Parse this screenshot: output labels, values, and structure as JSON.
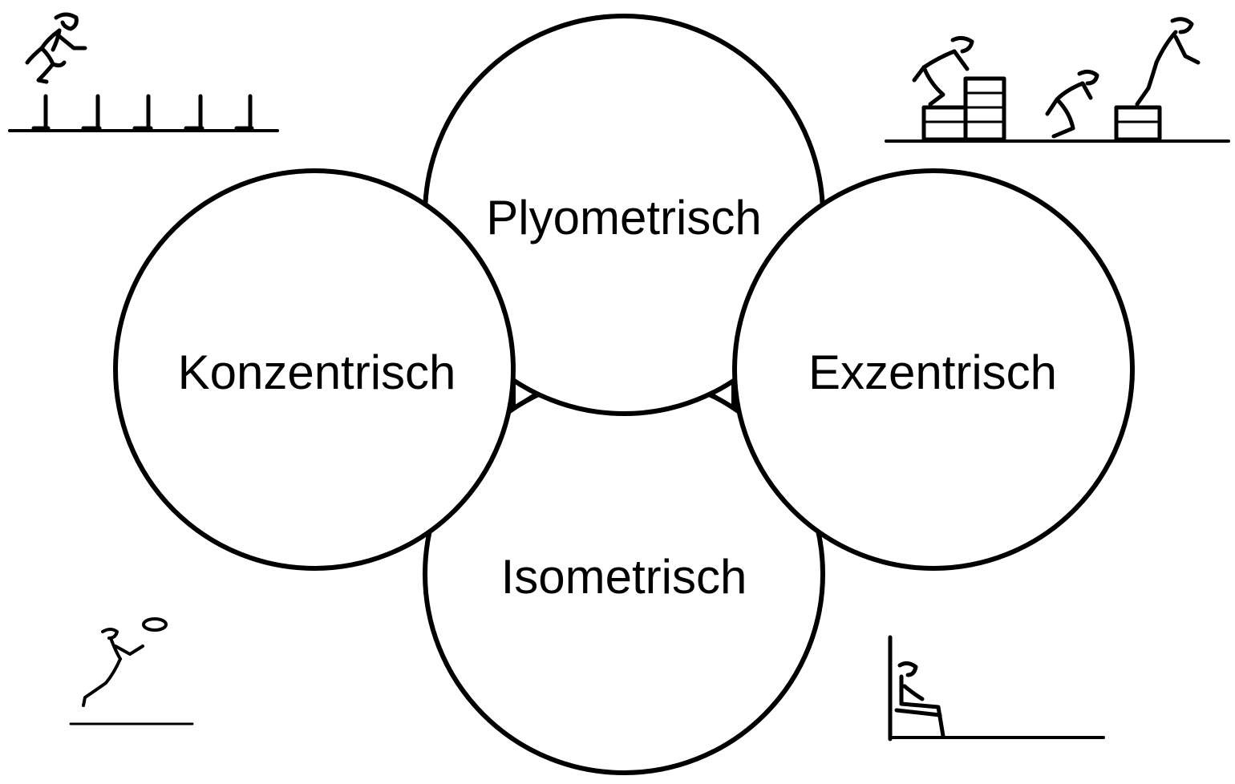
{
  "diagram": {
    "circles": {
      "top": {
        "label": "Plyometrisch"
      },
      "left": {
        "label": "Konzentrisch"
      },
      "right": {
        "label": "Exzentrisch"
      },
      "bottom": {
        "label": "Isometrisch"
      }
    },
    "illustrations": {
      "top_left": "hurdle-jump-figure-icon",
      "top_right": "box-jump-figure-icon",
      "bottom_left": "ball-throw-figure-icon",
      "bottom_right": "wall-sit-figure-icon"
    },
    "colors": {
      "stroke": "#000000",
      "fill": "#ffffff"
    }
  }
}
